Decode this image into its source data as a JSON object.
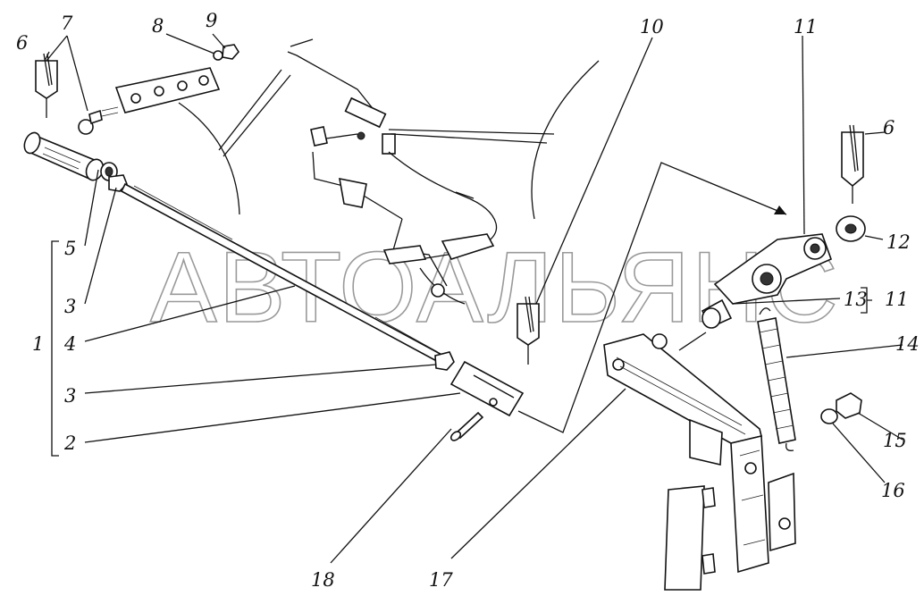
{
  "watermark": "АВТОАЛЬЯНС",
  "callouts": {
    "c1": "1",
    "c2": "2",
    "c3a": "3",
    "c3b": "3",
    "c4": "4",
    "c5": "5",
    "c6a": "6",
    "c6b": "6",
    "c7": "7",
    "c8": "8",
    "c9": "9",
    "c10": "10",
    "c11a": "11",
    "c11b": "11",
    "c12": "12",
    "c13": "13",
    "c14": "14",
    "c15": "15",
    "c16": "16",
    "c17": "17",
    "c18": "18"
  }
}
